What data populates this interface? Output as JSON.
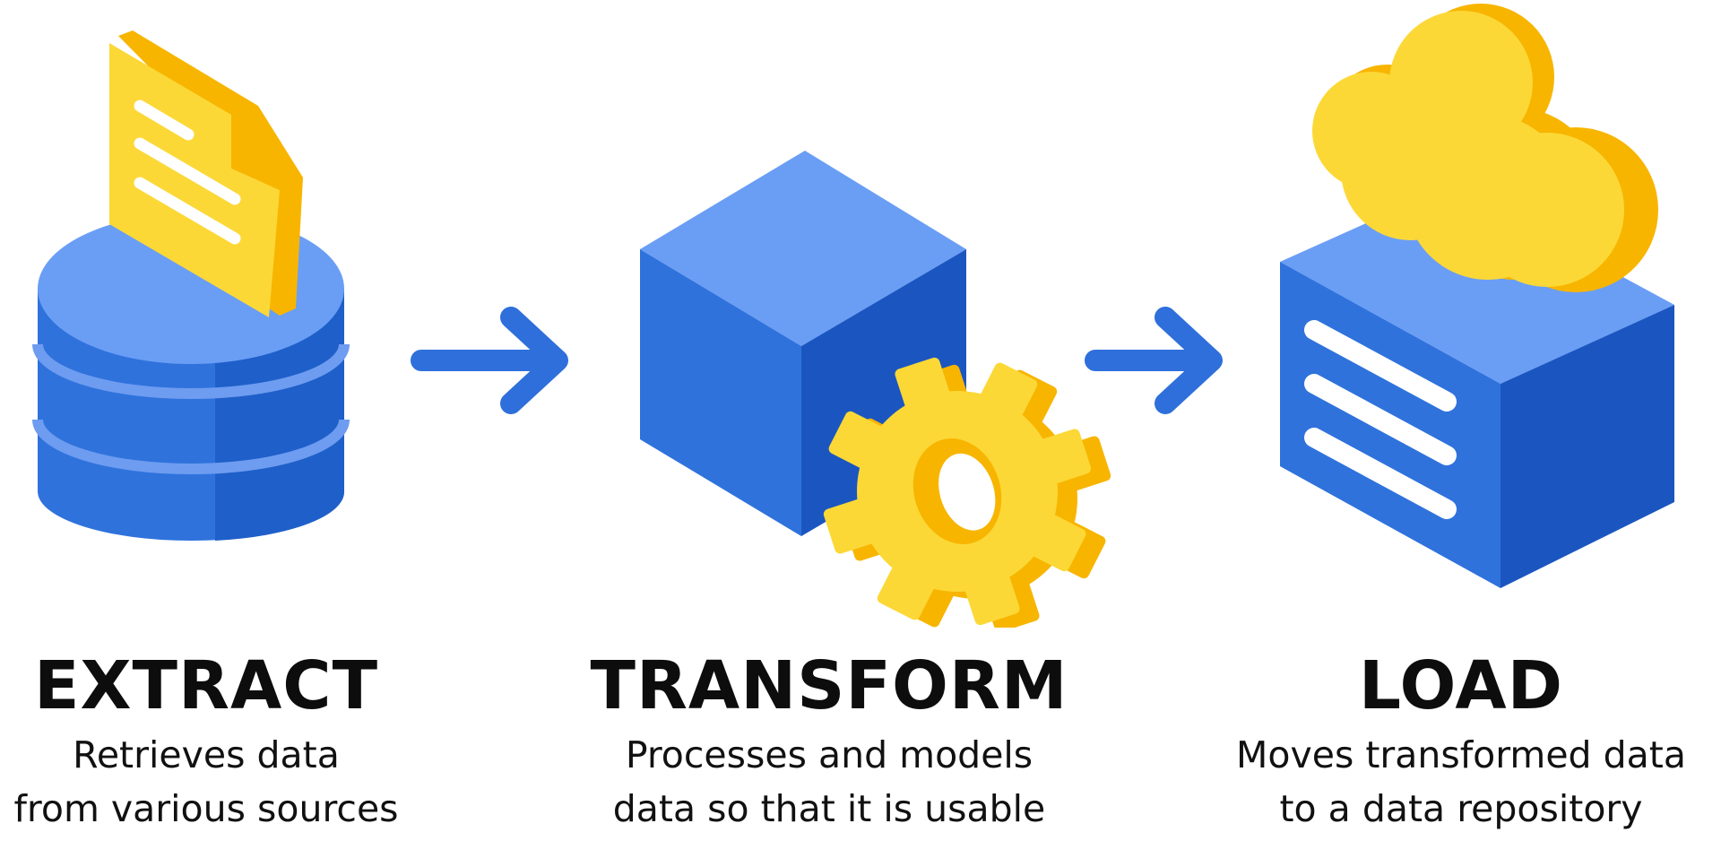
{
  "stages": [
    {
      "id": "extract",
      "title": "EXTRACT",
      "description": "Retrieves data\nfrom various sources",
      "icon": "database-with-document-icon"
    },
    {
      "id": "transform",
      "title": "TRANSFORM",
      "description": "Processes and models\ndata so that it is usable",
      "icon": "cube-with-gear-icon"
    },
    {
      "id": "load",
      "title": "LOAD",
      "description": "Moves transformed data\nto a data repository",
      "icon": "server-with-cloud-icon"
    }
  ],
  "connectors": [
    "arrow-right-icon",
    "arrow-right-icon"
  ],
  "colors": {
    "blue_light": "#6a9ef5",
    "blue_mid": "#2f72dc",
    "blue_dark": "#1b56c0",
    "blue_stripe": "#6d9cf0",
    "yellow": "#fcd837",
    "yellow_dark": "#f7b500",
    "text": "#0d0d0d"
  }
}
